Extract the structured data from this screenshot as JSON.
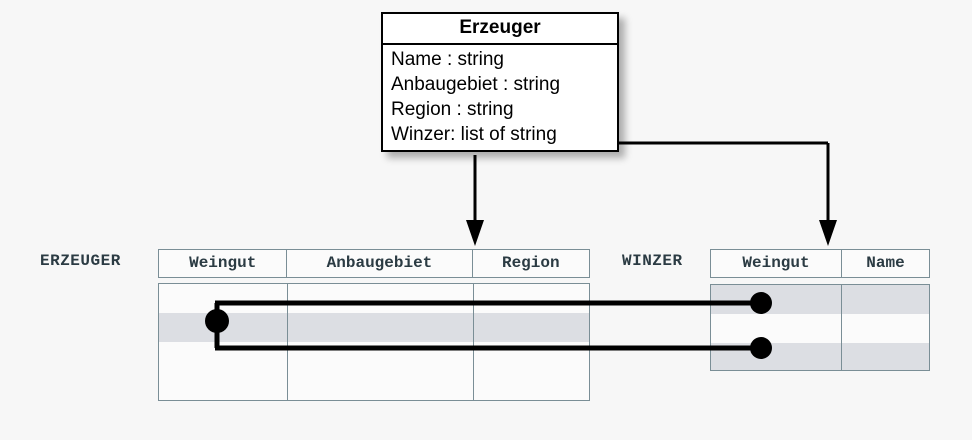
{
  "uml": {
    "title": "Erzeuger",
    "attributes": [
      "Name : string",
      "Anbaugebiet : string",
      "Region : string",
      "Winzer: list of string"
    ]
  },
  "tables": [
    {
      "name": "erzeuger-table",
      "label": "ERZEUGER",
      "columns": [
        "Weingut",
        "Anbaugebiet",
        "Region"
      ],
      "row_count": 4,
      "highlighted_rows": [
        2
      ]
    },
    {
      "name": "winzer-table",
      "label": "WINZER",
      "columns": [
        "Weingut",
        "Name"
      ],
      "row_count": 3,
      "highlighted_rows": [
        1,
        3
      ]
    }
  ],
  "colors": {
    "background": "#f7f7f7",
    "box_border": "#000000",
    "box_fill": "#ffffff",
    "table_border": "#7a8e96",
    "table_fill": "#fbfbfb",
    "row_highlight": "#dcdee3",
    "label_text": "#2b3b43",
    "connector": "#000000"
  }
}
